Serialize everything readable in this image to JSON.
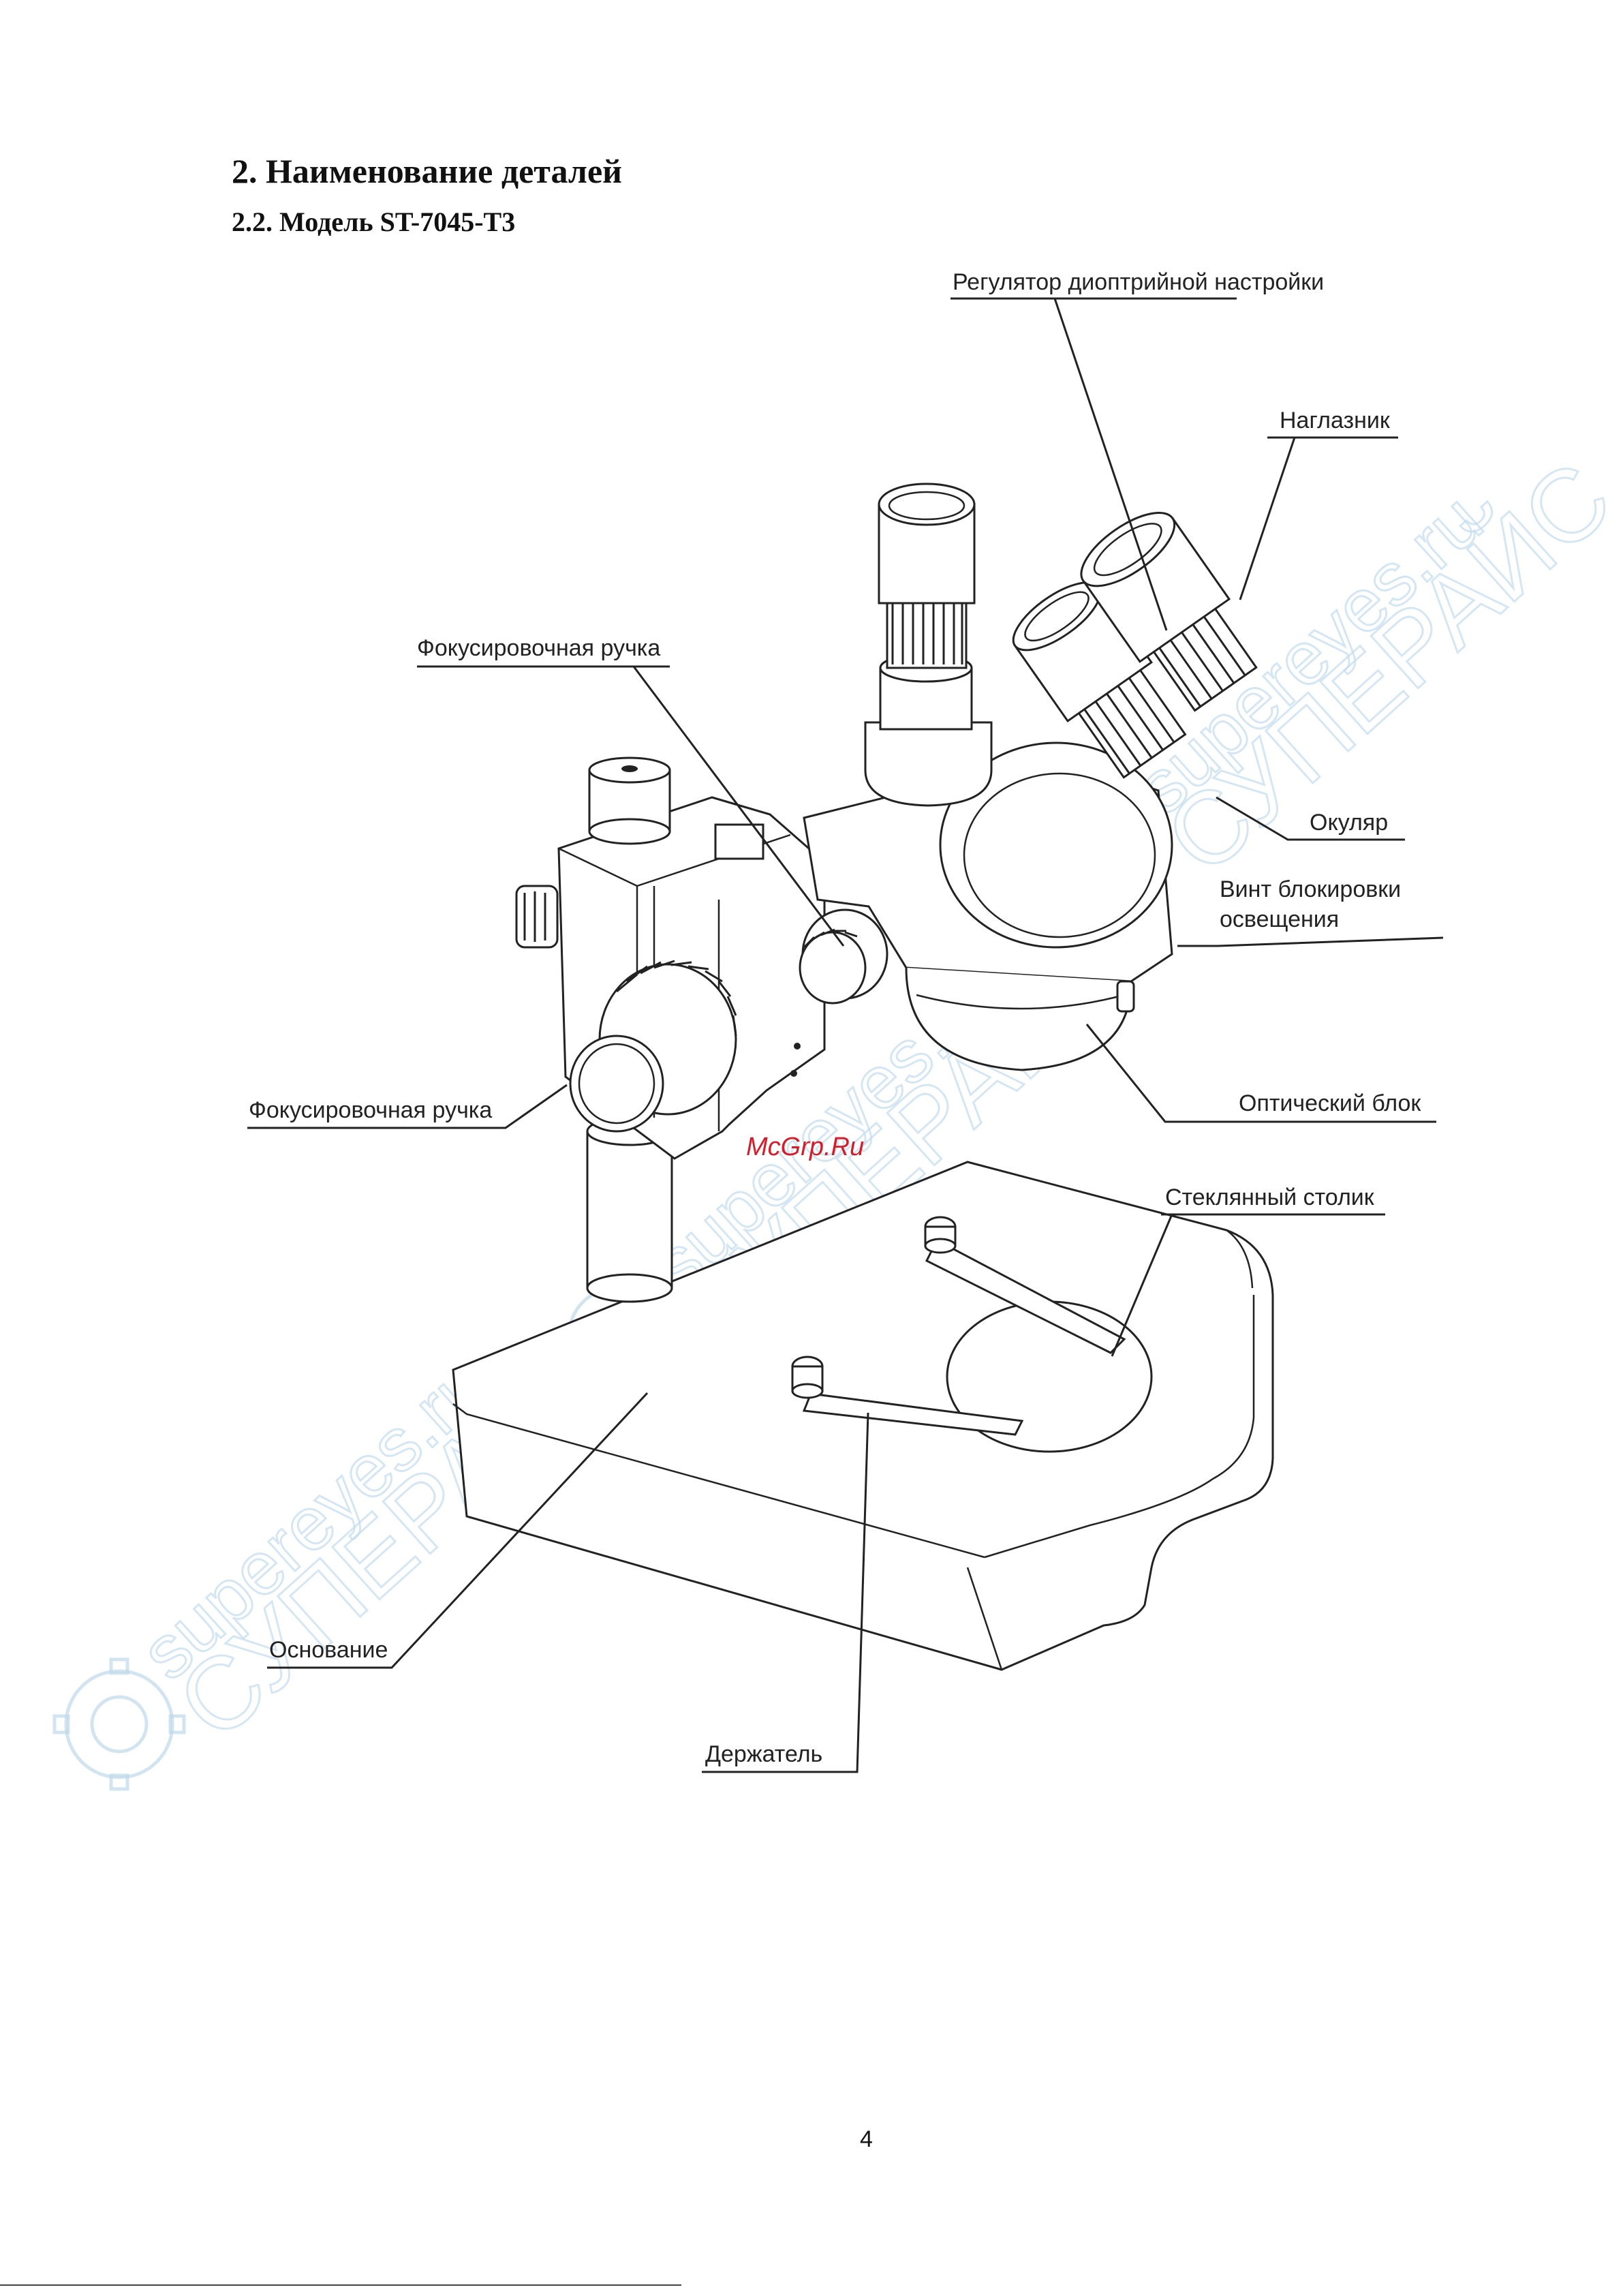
{
  "section": {
    "title": "2. Наименование деталей",
    "subtitle": "2.2. Модель ST-7045-T3"
  },
  "labels": {
    "diopter": "Регулятор диоптрийной настройки",
    "eyecup": "Наглазник",
    "focus_top": "Фокусировочная ручка",
    "eyepiece": "Окуляр",
    "light_lock_line1": "Винт блокировки",
    "light_lock_line2": "освещения",
    "focus_left": "Фокусировочная ручка",
    "optical_block": "Оптический блок",
    "glass_stage": "Стеклянный столик",
    "base": "Основание",
    "holder": "Держатель"
  },
  "watermark": {
    "site": "supereyes.ru",
    "brand": "СУПЕРАЙС",
    "stamp": "McGrp.Ru"
  },
  "page_number": "4"
}
